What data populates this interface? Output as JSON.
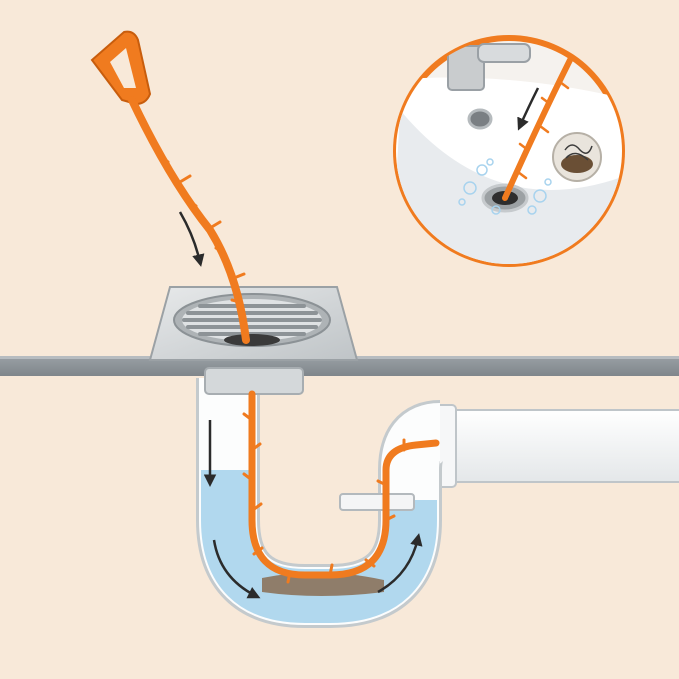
{
  "scene": {
    "background": "#f8e9d9",
    "tool_color": "#f07b1f",
    "pipe_color": "#ffffff",
    "water_color": "#a9d4ec",
    "metal_color": "#c9ccce",
    "arrow_color": "#2b2b2b",
    "items": [
      {
        "name": "drain-snake-tool",
        "icon": "orange barbed drain stick"
      },
      {
        "name": "floor-drain-grate",
        "icon": "square metal drain cover"
      },
      {
        "name": "p-trap-pipe",
        "icon": "u-bend pipe with water"
      },
      {
        "name": "inset-sink-closeup",
        "icon": "sink drain magnified circle"
      }
    ]
  }
}
